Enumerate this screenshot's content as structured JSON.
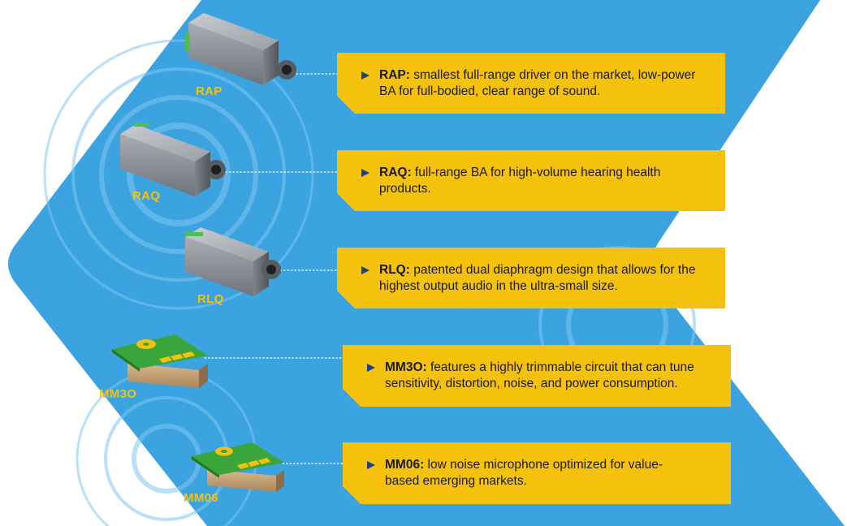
{
  "products": [
    {
      "id": "rap",
      "label": "RAP",
      "title": "RAP:",
      "desc": "smallest full-range driver on the market, low-power BA for full-bodied, clear range of sound."
    },
    {
      "id": "raq",
      "label": "RAQ",
      "title": "RAQ:",
      "desc": "full-range BA for high-volume hearing health products."
    },
    {
      "id": "rlq",
      "label": "RLQ",
      "title": "RLQ:",
      "desc": "patented dual diaphragm design that allows for the highest output audio in the ultra-small size."
    },
    {
      "id": "mm30",
      "label": "MM3O",
      "title": "MM3O:",
      "desc": "features a highly trimmable circuit that can tune sensitivity, distortion, noise, and power consumption."
    },
    {
      "id": "mm06",
      "label": "MM06",
      "title": "MM06:",
      "desc": "low noise microphone optimized for value-based emerging markets."
    }
  ],
  "colors": {
    "background": "#3aa3e0",
    "callout": "#f4c20d",
    "label": "#f4c20d",
    "bullet": "#1f3e8a"
  },
  "icons": {
    "receiver": "receiver-component-icon",
    "microphone": "mems-microphone-icon",
    "bullet": "triangle-bullet-icon"
  }
}
